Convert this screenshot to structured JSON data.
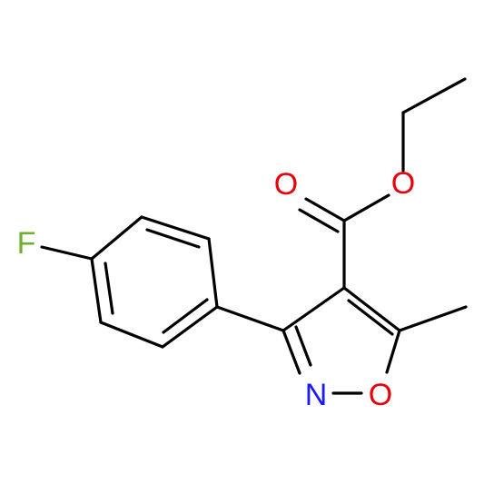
{
  "molecule": {
    "atoms": [
      {
        "id": "F",
        "label": "F",
        "color": "#70b030"
      },
      {
        "id": "O_carbonyl",
        "label": "O",
        "color": "#e8000b"
      },
      {
        "id": "O_ester",
        "label": "O",
        "color": "#e8000b"
      },
      {
        "id": "N_ring",
        "label": "N",
        "color": "#1a1aff"
      },
      {
        "id": "O_ring",
        "label": "O",
        "color": "#e8000b"
      }
    ],
    "bond_color": "#000000"
  }
}
